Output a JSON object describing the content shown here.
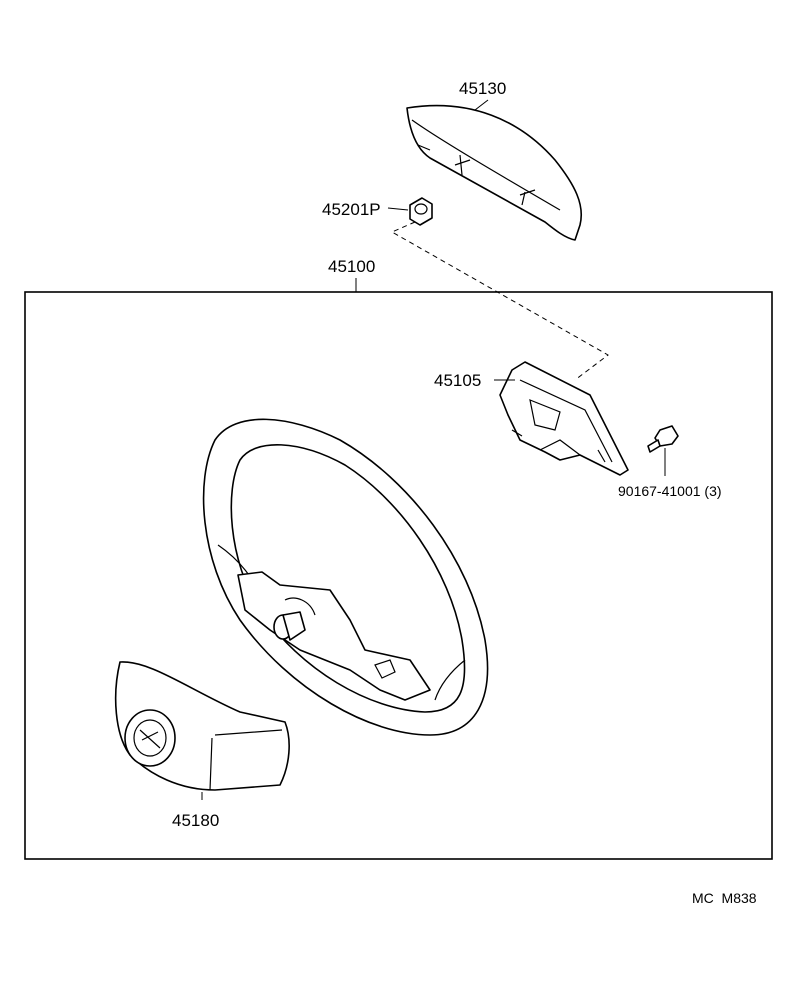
{
  "parts": {
    "horn_pad": {
      "number": "45130"
    },
    "nut": {
      "number": "45201P"
    },
    "wheel_assembly": {
      "number": "45100"
    },
    "wheel_sub": {
      "number": "45105"
    },
    "bolt": {
      "number": "90167-41001 (3)"
    },
    "lower_cover": {
      "number": "45180"
    }
  },
  "figure_code": "MC  M838"
}
